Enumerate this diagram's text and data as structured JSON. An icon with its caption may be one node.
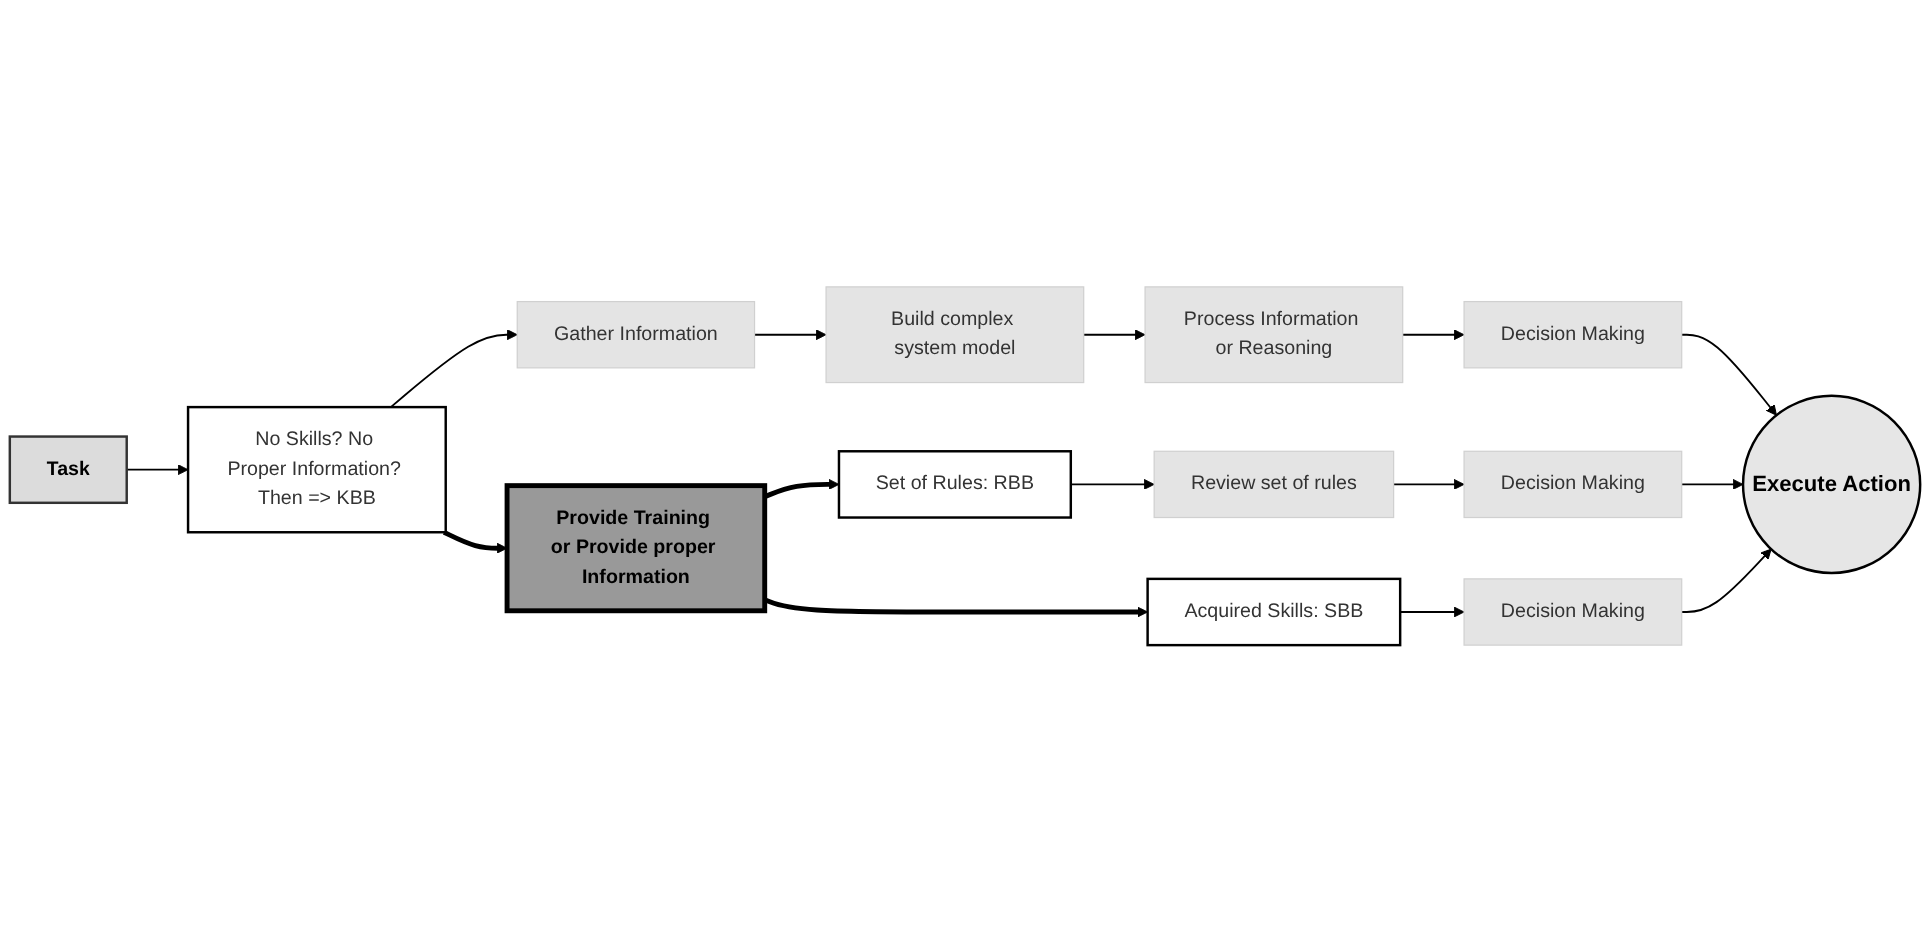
{
  "diagram": {
    "nodes": [
      {
        "text": [
          "No Skills? No Proper Information? Then => KBB"
        ]
      },
      {
        "text": [
          "Gather Information"
        ]
      },
      {
        "text": [
          "Build complex system model"
        ]
      },
      {
        "text": [
          "Process Information or Reasoning"
        ]
      },
      {
        "text": [
          "Decision Making"
        ]
      },
      {
        "text": [
          "Task"
        ]
      },
      {
        "text": [
          "Provide Training or Provide proper Information"
        ]
      },
      {
        "text": [
          "Set of Rules: RBB"
        ]
      },
      {
        "text": [
          "Review set of rules"
        ]
      },
      {
        "text": [
          "Decision Making"
        ]
      },
      {
        "text": [
          "Acquired Skills: SBB"
        ]
      },
      {
        "text": [
          "Decision Making"
        ]
      },
      {
        "text": [
          "Execute Action"
        ]
      }
    ],
    "edges": [
      {
        "from": 5,
        "to": 0,
        "arrow": "to"
      },
      {
        "from": 0,
        "to": 1,
        "arrow": "to"
      },
      {
        "from": 1,
        "to": 2,
        "arrow": "to"
      },
      {
        "from": 2,
        "to": 3,
        "arrow": "to"
      },
      {
        "from": 3,
        "to": 4,
        "arrow": "to"
      },
      {
        "from": 0,
        "to": 6,
        "arrow": "to",
        "style": "thick"
      },
      {
        "from": 6,
        "to": 7,
        "arrow": "to",
        "style": "thick"
      },
      {
        "from": 6,
        "to": 10,
        "arrow": "to",
        "style": "thick"
      },
      {
        "from": 7,
        "to": 8,
        "arrow": "to"
      },
      {
        "from": 8,
        "to": 9,
        "arrow": "to"
      },
      {
        "from": 9,
        "to": 12,
        "arrow": "to"
      },
      {
        "from": 4,
        "to": 12,
        "arrow": "to"
      },
      {
        "from": 10,
        "to": 11,
        "arrow": "to"
      },
      {
        "from": 11,
        "to": 12,
        "arrow": "to"
      }
    ]
  }
}
